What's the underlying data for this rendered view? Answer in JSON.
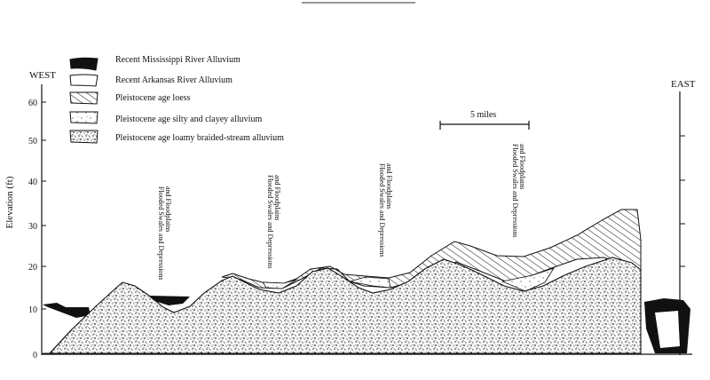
{
  "figure": {
    "west_label": "WEST",
    "east_label": "EAST",
    "y_axis_label": "Elevation (ft)",
    "y_ticks": [
      "60",
      "50",
      "40",
      "30",
      "20",
      "10",
      "0"
    ],
    "scale_bar_label": "5 miles"
  },
  "legend": [
    {
      "label": "Recent Mississippi River Alluvium",
      "pattern": "solid-black"
    },
    {
      "label": "Recent Arkansas River Alluvium",
      "pattern": "plain-white"
    },
    {
      "label": "Pleistocene age loess",
      "pattern": "diagonal-hatch"
    },
    {
      "label": "Pleistocene age silty and clayey alluvium",
      "pattern": "light-stipple"
    },
    {
      "label": "Pleistocene age loamy braided-stream alluvium",
      "pattern": "dense-stipple"
    }
  ],
  "annotations": [
    {
      "line1": "Flooded Swales and Depressions",
      "line2": "and Floodplains"
    },
    {
      "line1": "Flooded Swales and Depressions",
      "line2": "and Floodplains"
    },
    {
      "line1": "Flooded Swales and Depressions",
      "line2": "and Floodplains"
    },
    {
      "line1": "Flooded Swales and Depressions",
      "line2": "and Floodplains"
    }
  ]
}
